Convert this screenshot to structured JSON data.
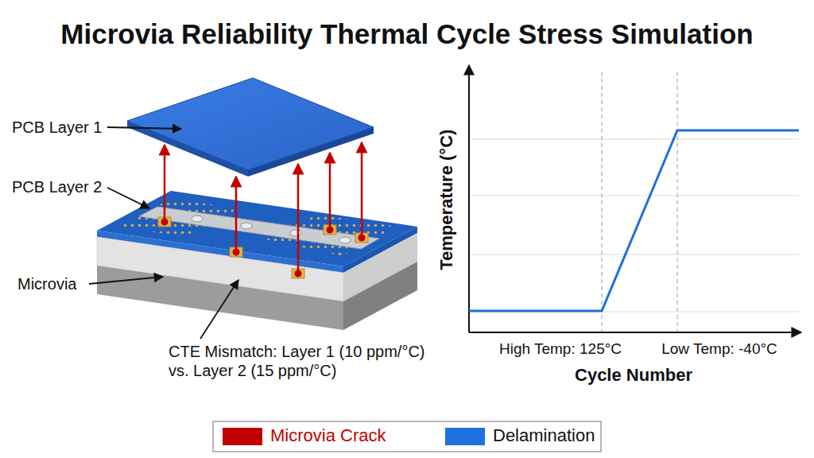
{
  "diagram": {
    "title": "Microvia Reliability Thermal Cycle Stress Simulation",
    "labels": [
      "PCB Layer 1",
      "PCB Layer 2",
      "Microvia",
      "CTE Mismatch: Layer 1 (10 ppm/°C) vs. Layer 2 (15 ppm/°C)",
      "Temperature (°C)",
      "High Temp: 125°C",
      "Low Temp: -40°C",
      "Cycle Number"
    ],
    "legend": [
      {
        "text": "Microvia Crack",
        "color": "#c00000"
      },
      {
        "text": "Delamination",
        "color": "#1f6fe0"
      }
    ]
  }
}
